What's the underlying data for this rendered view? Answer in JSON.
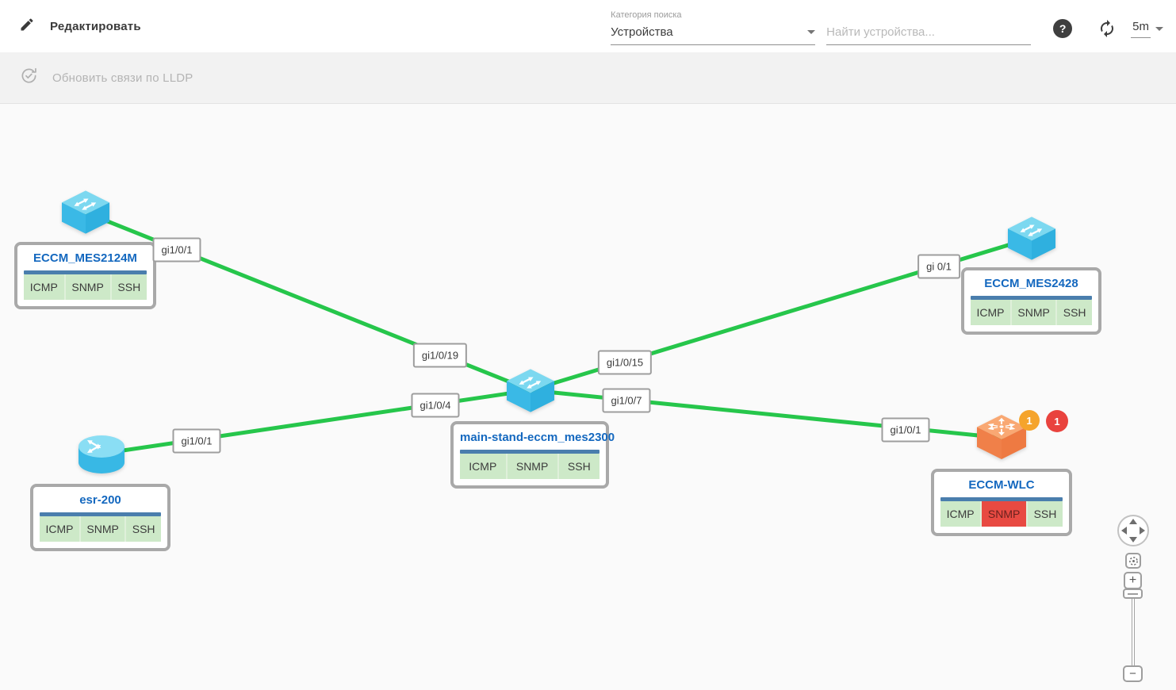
{
  "header": {
    "edit_button": "Редактировать",
    "search_category": {
      "label": "Категория поиска",
      "value": "Устройства"
    },
    "search": {
      "placeholder": "Найти устройства..."
    },
    "help_icon": "?",
    "refresh_interval": {
      "value": "5m"
    }
  },
  "lldp_bar": {
    "button_label": "Обновить связи по LLDP"
  },
  "topology": {
    "nodes": [
      {
        "name": "ECCM_MES2124M",
        "type": "switch",
        "protocols": [
          {
            "label": "ICMP",
            "status": "ok"
          },
          {
            "label": "SNMP",
            "status": "ok"
          },
          {
            "label": "SSH",
            "status": "ok"
          }
        ]
      },
      {
        "name": "ECCM_MES2428",
        "type": "switch",
        "protocols": [
          {
            "label": "ICMP",
            "status": "ok"
          },
          {
            "label": "SNMP",
            "status": "ok"
          },
          {
            "label": "SSH",
            "status": "ok"
          }
        ]
      },
      {
        "name": "main-stand-eccm_mes2300",
        "type": "switch",
        "protocols": [
          {
            "label": "ICMP",
            "status": "ok"
          },
          {
            "label": "SNMP",
            "status": "ok"
          },
          {
            "label": "SSH",
            "status": "ok"
          }
        ]
      },
      {
        "name": "esr-200",
        "type": "router",
        "protocols": [
          {
            "label": "ICMP",
            "status": "ok"
          },
          {
            "label": "SNMP",
            "status": "ok"
          },
          {
            "label": "SSH",
            "status": "ok"
          }
        ]
      },
      {
        "name": "ECCM-WLC",
        "type": "wireless-controller",
        "protocols": [
          {
            "label": "ICMP",
            "status": "ok"
          },
          {
            "label": "SNMP",
            "status": "error"
          },
          {
            "label": "SSH",
            "status": "ok"
          }
        ],
        "badges": [
          {
            "count": "1",
            "color": "orange"
          },
          {
            "count": "1",
            "color": "red"
          }
        ]
      }
    ],
    "port_labels": [
      {
        "text": "gi1/0/1"
      },
      {
        "text": "gi1/0/19"
      },
      {
        "text": "gi1/0/15"
      },
      {
        "text": "gi 0/1"
      },
      {
        "text": "gi1/0/4"
      },
      {
        "text": "gi1/0/7"
      },
      {
        "text": "gi1/0/1"
      },
      {
        "text": "gi1/0/1"
      }
    ],
    "colors": {
      "link_green": "#26c64b",
      "status_ok_bg": "#cde9c8",
      "status_error_bg": "#e84a42",
      "node_title_blue": "#1468bf",
      "card_divider_blue": "#4a7ead",
      "badge_orange": "#f5a42c",
      "badge_red": "#e9433e"
    }
  },
  "nav_controls": {
    "zoom_in": "+",
    "zoom_out": "−"
  }
}
